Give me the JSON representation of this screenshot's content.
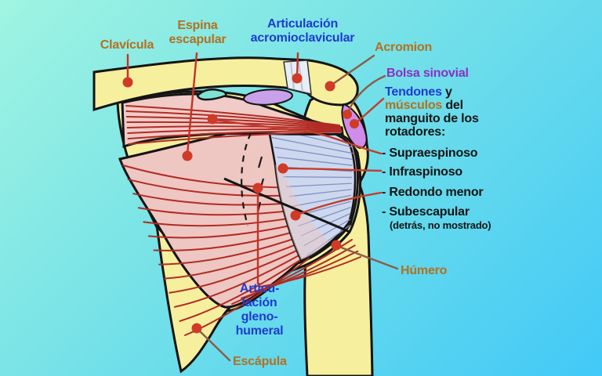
{
  "diagram_title_implicit": "Anatomía del hombro",
  "labels": {
    "clavicula": {
      "text": "Clavícula"
    },
    "espina_escapular": {
      "line1": "Espina",
      "line2": "escapular"
    },
    "articulacion_acromioclavicular": {
      "line1": "Articulación",
      "line2": "acromioclavicular"
    },
    "acromion": {
      "text": "Acromion"
    },
    "bolsa_sinovial": {
      "text": "Bolsa sinovial"
    },
    "manguito_heading": {
      "tendones": "Tendones",
      "y": " y",
      "musculos": "músculos",
      "del": " del",
      "line3": "manguito de los",
      "line4": "rotadores:"
    },
    "rotadores": [
      {
        "text": "- Supraespinoso"
      },
      {
        "text": "- Infraspinoso"
      },
      {
        "text": "- Redondo menor"
      },
      {
        "text": "- Subescapular",
        "note": "(detrás, no mostrado)"
      }
    ],
    "humero": {
      "text": "Húmero"
    },
    "glenohumeral": {
      "line1": "Articu-",
      "line2": "lación",
      "line3": "gleno-",
      "line4": "humeral"
    },
    "escapula": {
      "text": "Escápula"
    }
  },
  "colors": {
    "label_orange": "#b4701e",
    "label_blue": "#1f3bcf",
    "label_purple": "#8c2fc2",
    "label_black": "#141414",
    "leader_red": "#c23327",
    "leader_brown": "#8c5c48",
    "marker_dot": "#d03a26",
    "bone_yellow": "#f6ef9e",
    "muscle_pink": "#eec6c2",
    "muscle_striation": "#b02c24",
    "tendon_fill": "#cdd8ef",
    "tendon_line": "#8191c2",
    "bursa_purple": "#cb93e9",
    "background_top_left": "#a0f4e2",
    "background_bottom_right": "#42c9f7"
  }
}
